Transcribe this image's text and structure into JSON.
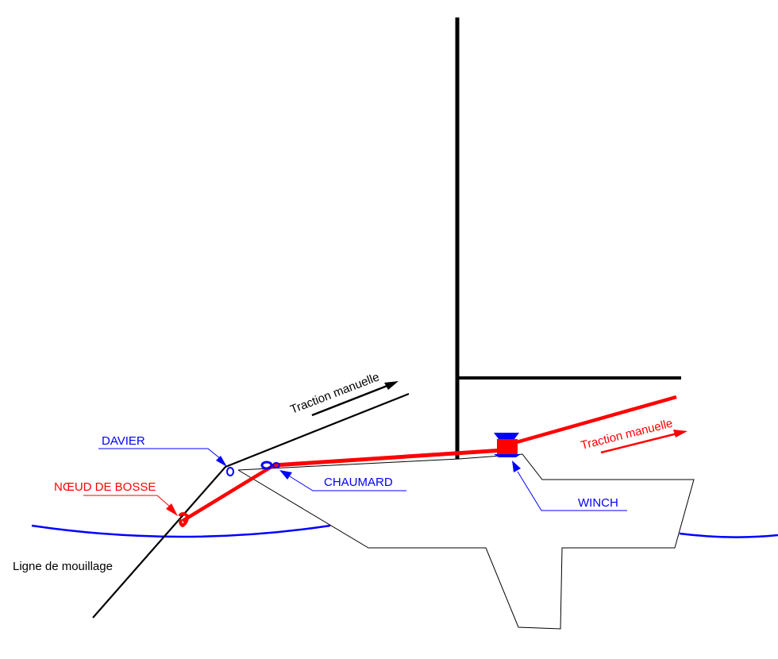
{
  "colors": {
    "background": "#ffffff",
    "hull": "#000000",
    "mast": "#000000",
    "anchor_line": "#000000",
    "water": "#0000ff",
    "rope": "#ff0000",
    "blue_label": "#0000ff",
    "red_label": "#ff0000",
    "black_label": "#000000"
  },
  "labels": {
    "davier": "DAVIER",
    "noeud_de_bosse": "NŒUD DE BOSSE",
    "chaumard": "CHAUMARD",
    "winch": "WINCH",
    "ligne_de_mouillage": "Ligne de mouillage",
    "traction_manuelle_black": "Traction manuelle",
    "traction_manuelle_red": "Traction manuelle"
  }
}
